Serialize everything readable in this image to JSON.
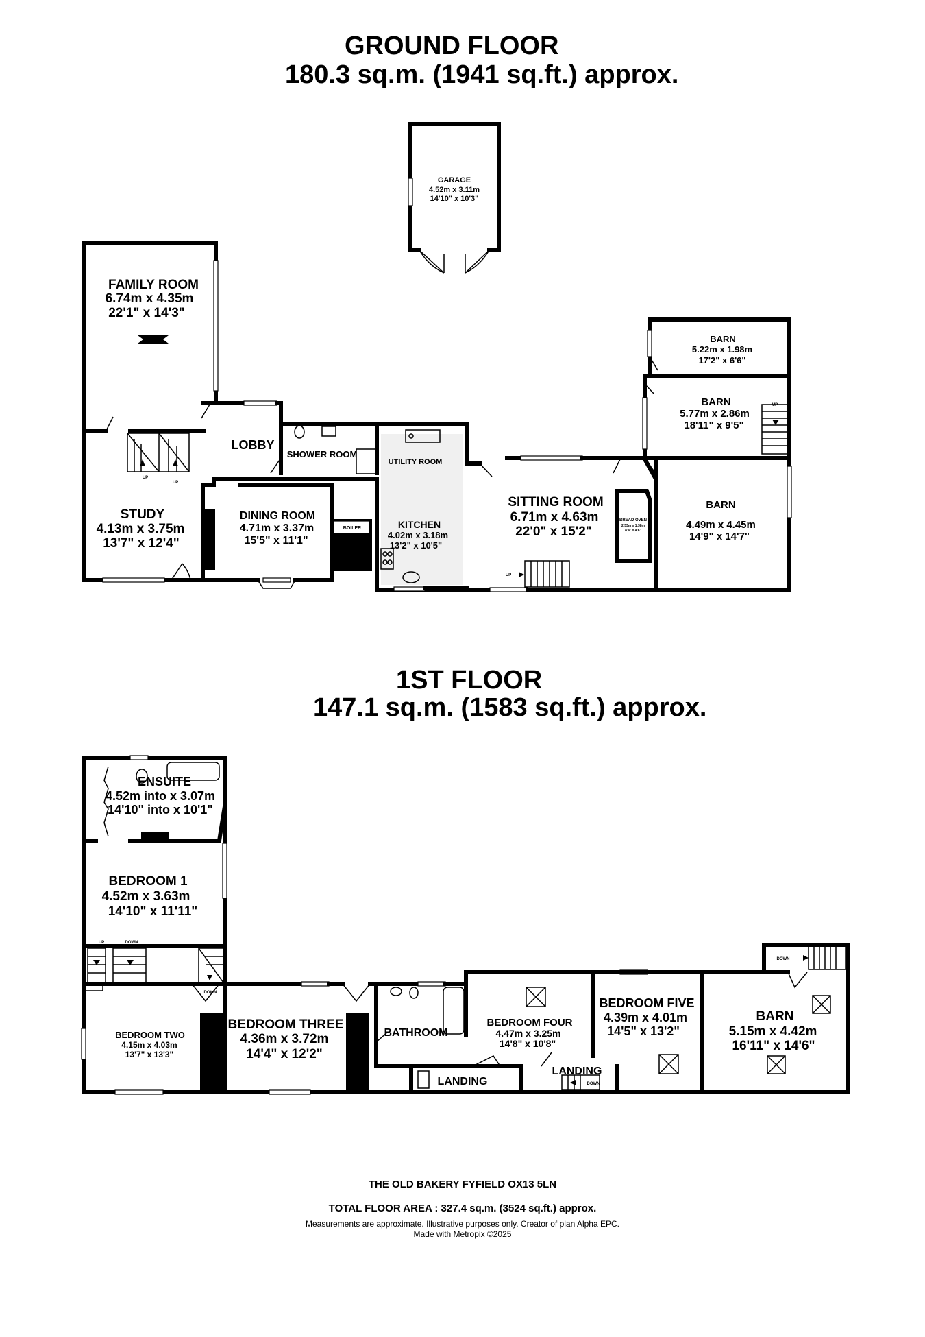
{
  "ground_floor": {
    "title": "GROUND FLOOR",
    "area": "180.3 sq.m. (1941 sq.ft.) approx.",
    "rooms": {
      "garage": {
        "name": "GARAGE",
        "metric": "4.52m  x 3.11m",
        "imperial": "14'10\"  x 10'3\""
      },
      "family_room": {
        "name": "FAMILY ROOM",
        "metric": "6.74m  x 4.35m",
        "imperial": "22'1\"  x 14'3\""
      },
      "lobby": {
        "name": "LOBBY"
      },
      "shower_room": {
        "name": "SHOWER ROOM"
      },
      "utility_room": {
        "name": "UTILITY ROOM"
      },
      "study": {
        "name": "STUDY",
        "metric": "4.13m  x 3.75m",
        "imperial": "13'7\"  x 12'4\""
      },
      "dining_room": {
        "name": "DINING ROOM",
        "metric": "4.71m  x 3.37m",
        "imperial": "15'5\"  x 11'1\""
      },
      "boiler": {
        "name": "BOILER"
      },
      "kitchen": {
        "name": "KITCHEN",
        "metric": "4.02m  x 3.18m",
        "imperial": "13'2\"  x 10'5\""
      },
      "sitting_room": {
        "name": "SITTING ROOM",
        "metric": "6.71m  x 4.63m",
        "imperial": "22'0\"  x 15'2\""
      },
      "bread_oven": {
        "name": "BREAD OVEN",
        "metric": "2.53m x 1.38m",
        "imperial": "8'4\" x 4'6\""
      },
      "barn_top": {
        "name": "BARN",
        "metric": "5.22m  x 1.98m",
        "imperial": "17'2\"  x 6'6\""
      },
      "barn_middle": {
        "name": "BARN",
        "metric": "5.77m  x 2.86m",
        "imperial": "18'11\"  x 9'5\""
      },
      "barn_bottom": {
        "name": "BARN",
        "metric": "4.49m  x 4.45m",
        "imperial": "14'9\"  x 14'7\""
      }
    },
    "stair_labels": {
      "study_up": "UP",
      "study_up2": "UP",
      "sitting_up": "UP",
      "barn_up": "UP"
    }
  },
  "first_floor": {
    "title": "1ST FLOOR",
    "area": "147.1 sq.m. (1583 sq.ft.) approx.",
    "rooms": {
      "ensuite": {
        "name": "ENSUITE",
        "metric": "4.52m into  x 3.07m",
        "imperial": "14'10\" into  x 10'1\""
      },
      "bedroom_1": {
        "name": "BEDROOM 1",
        "metric": "4.52m  x 3.63m",
        "imperial": "14'10\"  x 11'11\""
      },
      "bedroom_two": {
        "name": "BEDROOM TWO",
        "metric": "4.15m  x 4.03m",
        "imperial": "13'7\"  x 13'3\""
      },
      "bedroom_three": {
        "name": "BEDROOM THREE",
        "metric": "4.36m  x 3.72m",
        "imperial": "14'4\"  x 12'2\""
      },
      "bathroom": {
        "name": "BATHROOM"
      },
      "landing_1": {
        "name": "LANDING"
      },
      "bedroom_four": {
        "name": "BEDROOM FOUR",
        "metric": "4.47m  x 3.25m",
        "imperial": "14'8\"  x 10'8\""
      },
      "landing_2": {
        "name": "LANDING"
      },
      "bedroom_five": {
        "name": "BEDROOM FIVE",
        "metric": "4.39m  x 4.01m",
        "imperial": "14'5\"  x 13'2\""
      },
      "barn": {
        "name": "BARN",
        "metric": "5.15m  x 4.42m",
        "imperial": "16'11\"  x 14'6\""
      }
    },
    "stair_labels": {
      "up": "UP",
      "down_left": "DOWN",
      "down_center": "DOWN",
      "down_landing": "DOWN",
      "down_barn": "DOWN"
    }
  },
  "footer": {
    "address": "THE OLD BAKERY FYFIELD OX13 5LN",
    "total": "TOTAL FLOOR AREA : 327.4 sq.m. (3524 sq.ft.) approx.",
    "note1": "Measurements are approximate. Illustrative purposes only. Creator of plan Alpha EPC.",
    "note2": "Made with Metropix ©2025"
  }
}
